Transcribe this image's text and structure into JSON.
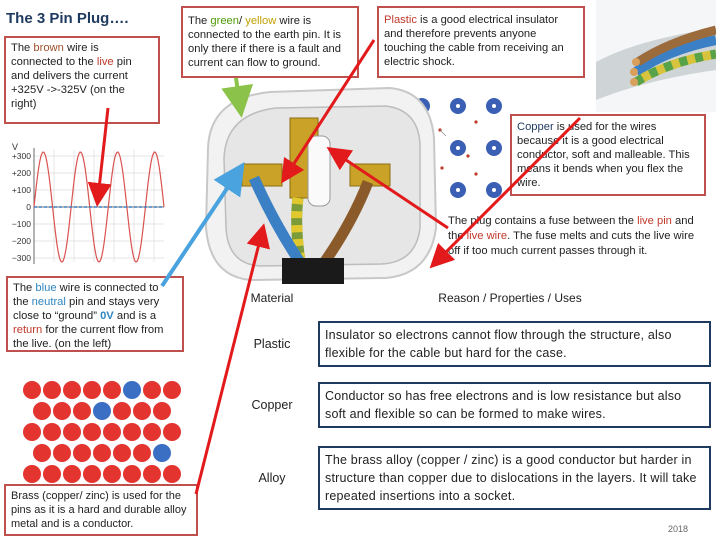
{
  "title": "The 3 Pin Plug….",
  "brown_box": {
    "pre": "The ",
    "brown": "brown",
    "mid1": " wire is connected to the ",
    "live": "live",
    "post": " pin and delivers the current +325V ->-325V  (on the right)"
  },
  "earth_box": {
    "pre": "The ",
    "green": "green",
    "slash": "/ ",
    "yellow": "yellow",
    "post": " wire is connected to the earth pin.  It is only there if there is a fault and current can flow to ground."
  },
  "plastic_box": {
    "word": "Plastic",
    "post": " is a good electrical insulator and therefore prevents anyone touching the cable from receiving an electric shock."
  },
  "copper_box": {
    "word": "Copper",
    "post": " is used for the wires because it is a good electrical conductor, soft and malleable. This means it bends when you flex the wire."
  },
  "fuse_text": {
    "pre": "The plug contains a fuse between the ",
    "live_pin": "live pin",
    "mid": " and the ",
    "live_wire": "live wire",
    "post": ". The fuse melts and cuts the live wire off if too much current passes through it."
  },
  "blue_box": {
    "pre": " The ",
    "blue": "blue",
    "mid1": " wire is connected to the ",
    "neutral": "neutral",
    "mid2": " pin and stays very close to “ground” ",
    "zero": "0V",
    "mid3": " and is a ",
    "return": "return",
    "post": " for the current flow from the live. (on the left)"
  },
  "brass_text": "Brass  (copper/ zinc) is used for the pins as it is a hard and durable alloy metal and is a conductor.",
  "graph": {
    "y_axis_label": "V",
    "ticks": [
      "+300",
      "+200",
      "+100",
      "0",
      "−100",
      "−200",
      "−300"
    ]
  },
  "table": {
    "header_material": "Material",
    "header_reason": "Reason / Properties / Uses",
    "rows": [
      {
        "material": "Plastic",
        "reason": "Insulator so electrons cannot flow through the structure, also flexible for the cable but hard for the case."
      },
      {
        "material": "Copper",
        "reason": "Conductor so has free electrons and is low resistance but also soft and flexible so can be formed to make wires."
      },
      {
        "material": "Alloy",
        "reason": "The brass alloy (copper / zinc) is a good conductor but harder in structure than copper due to dislocations in the layers. It will take repeated insertions into a socket."
      }
    ]
  },
  "footer": {
    "year": "2018"
  },
  "colors": {
    "box_border": "#c0504d",
    "table_border": "#1f3a5f",
    "arrow_red": "#e31a1c",
    "arrow_blue": "#4aa3df",
    "arrow_green": "#8bc34a"
  }
}
